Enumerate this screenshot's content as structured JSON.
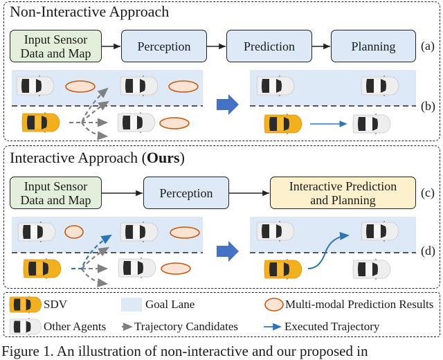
{
  "panels": {
    "non_interactive": {
      "title": "Non-Interactive Approach",
      "pipeline": [
        "Input Sensor Data and Map",
        "Perception",
        "Prediction",
        "Planning"
      ],
      "pipeline_lines": [
        [
          "Input Sensor",
          "Data and Map"
        ]
      ],
      "label_pipeline": "(a)",
      "label_scene": "(b)"
    },
    "interactive": {
      "title_prefix": "Interactive Approach (",
      "title_bold": "Ours",
      "title_suffix": ")",
      "pipeline_lines": [
        [
          "Input Sensor",
          "Data and Map"
        ],
        [
          "Interactive Prediction",
          "and Planning"
        ]
      ],
      "perception": "Perception",
      "label_pipeline": "(c)",
      "label_scene": "(d)"
    }
  },
  "box_labels": {
    "input_line1": "Input Sensor",
    "input_line2": "Data and Map",
    "perception": "Perception",
    "prediction": "Prediction",
    "planning": "Planning",
    "ipp_line1": "Interactive Prediction",
    "ipp_line2": "and Planning"
  },
  "legend": {
    "sdv": "SDV",
    "goal_lane": "Goal Lane",
    "multimodal": "Multi-modal Prediction Results",
    "other_agents": "Other Agents",
    "trajectory_candidates": "Trajectory Candidates",
    "executed_trajectory": "Executed Trajectory"
  },
  "caption": "Figure 1. An illustration of non-interactive and our proposed in",
  "colors": {
    "sdv": "#f2b01e",
    "other_agent": "#eeeeee",
    "goal_lane": "#dde9f6",
    "prediction_fill": "#fbe3d3",
    "prediction_stroke": "#c55a11",
    "executed": "#2e75b6",
    "candidate": "#808080",
    "big_arrow": "#4472c4"
  }
}
